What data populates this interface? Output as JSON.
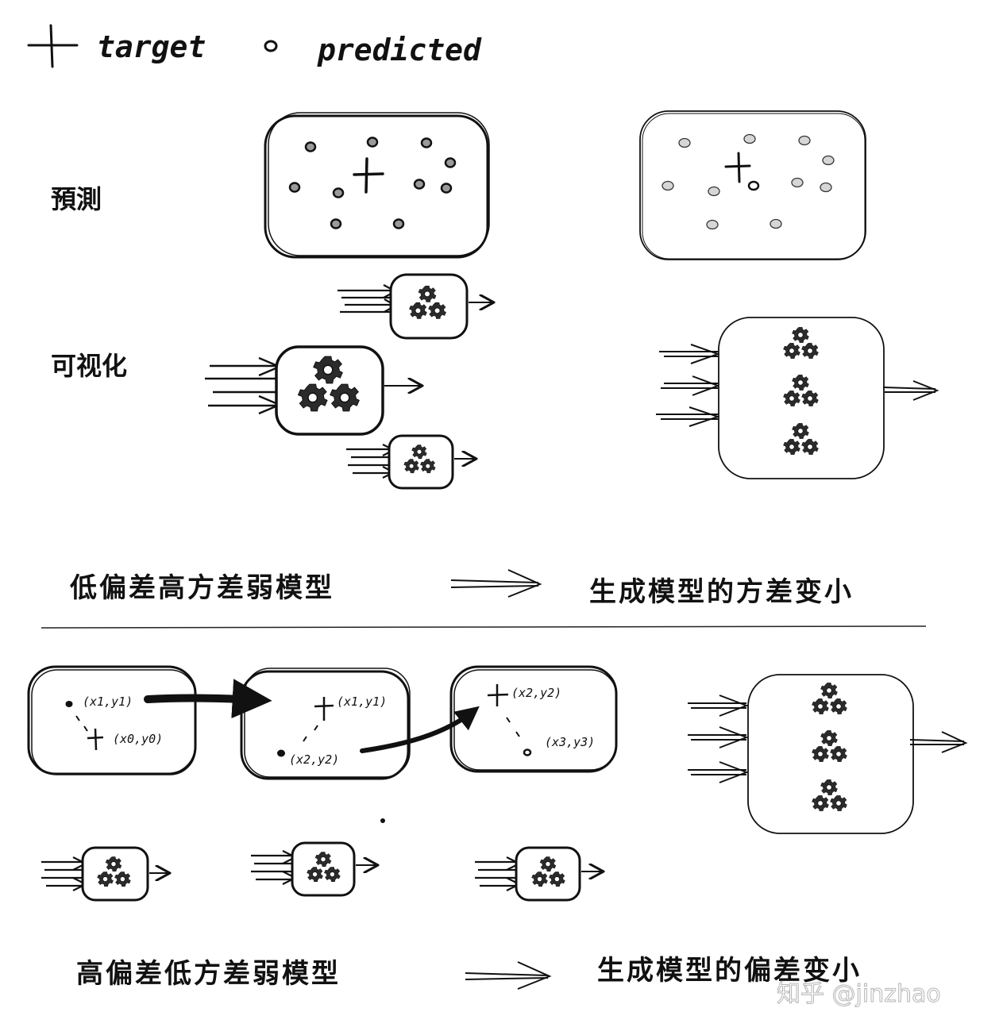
{
  "legend": {
    "target_label": "target",
    "predicted_label": "predicted"
  },
  "top_section": {
    "prediction_label": "預測",
    "visualization_label": "可视化",
    "left_caption": "低偏差高方差弱模型",
    "right_caption": "生成模型的方差变小"
  },
  "bottom_section": {
    "left_caption": "高偏差低方差弱模型",
    "right_caption": "生成模型的偏差变小",
    "steps": [
      {
        "pred_label": "(x1,y1)",
        "target_label": "(x0,y0)"
      },
      {
        "target_label": "(x1,y1)",
        "pred_label": "(x2,y2)"
      },
      {
        "target_label": "(x2,y2)",
        "pred_label": "(x3,y3)"
      }
    ]
  },
  "watermark": "知乎 @jinzhao",
  "colors": {
    "ink": "#111111",
    "light_point_fill": "#d6d6d6",
    "dark_point_fill": "#9a9a9a"
  }
}
